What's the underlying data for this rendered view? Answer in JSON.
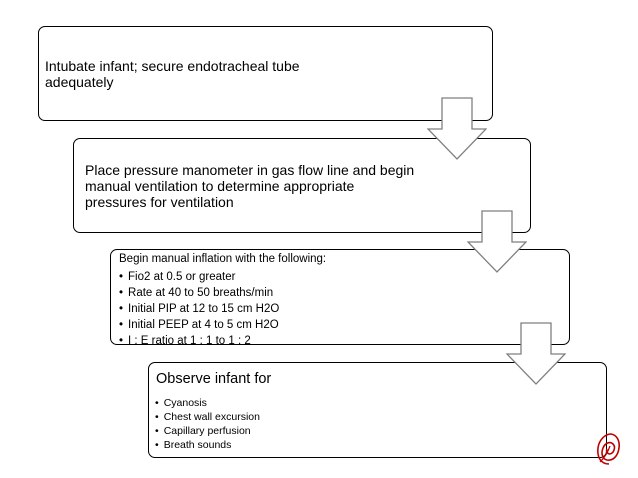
{
  "steps": [
    {
      "title": "Intubate infant; secure endotracheal tube adequately",
      "items": []
    },
    {
      "title": "Place pressure manometer in gas flow line and begin manual ventilation to determine appropriate pressures for ventilation",
      "items": []
    },
    {
      "title": "Begin manual inflation with the following:",
      "items": [
        "Fio2 at 0.5 or greater",
        "Rate at 40 to 50 breaths/min",
        "Initial PIP at 12 to 15 cm H2O",
        "Initial PEEP at 4 to 5 cm H2O",
        "I : E ratio at 1 : 1 to 1 : 2"
      ]
    },
    {
      "title": "Observe infant for",
      "items": [
        "Cyanosis",
        "Chest wall excursion",
        "Capillary perfusion",
        "Breath sounds"
      ]
    }
  ],
  "colors": {
    "border": "#000000",
    "arrow_fill": "#ffffff",
    "arrow_stroke": "#7f7f7f",
    "corner_mark": "#c00000"
  },
  "icons": {
    "flow_arrow": "down-arrow-icon",
    "corner_mark": "red-swirl-icon"
  }
}
